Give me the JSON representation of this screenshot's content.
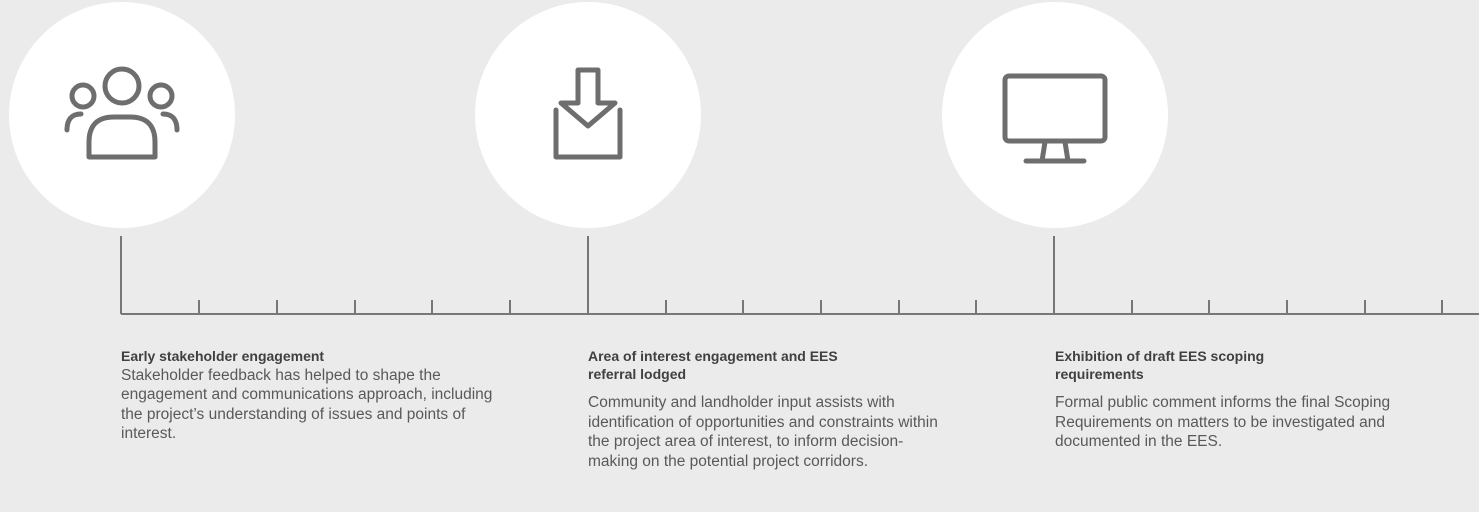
{
  "steps": [
    {
      "icon": "people-group-icon",
      "title": "Early stakeholder engagement",
      "description": "Stakeholder feedback has helped to shape the engagement and communications approach, including the project’s understanding of issues and points of interest."
    },
    {
      "icon": "download-tray-icon",
      "title": "Area of interest engagement and EES referral lodged",
      "description": "Community and landholder input assists with identification of opportunities and constraints within the project area of interest, to inform decision-making on the potential project corridors."
    },
    {
      "icon": "monitor-icon",
      "title": "Exhibition of draft EES scoping requirements",
      "description": "Formal public comment informs the final Scoping Requirements on matters to be investigated and documented in the EES."
    }
  ],
  "colors": {
    "background": "#ebebeb",
    "circle": "#ffffff",
    "line": "#777777",
    "icon": "#6e6e6e"
  }
}
